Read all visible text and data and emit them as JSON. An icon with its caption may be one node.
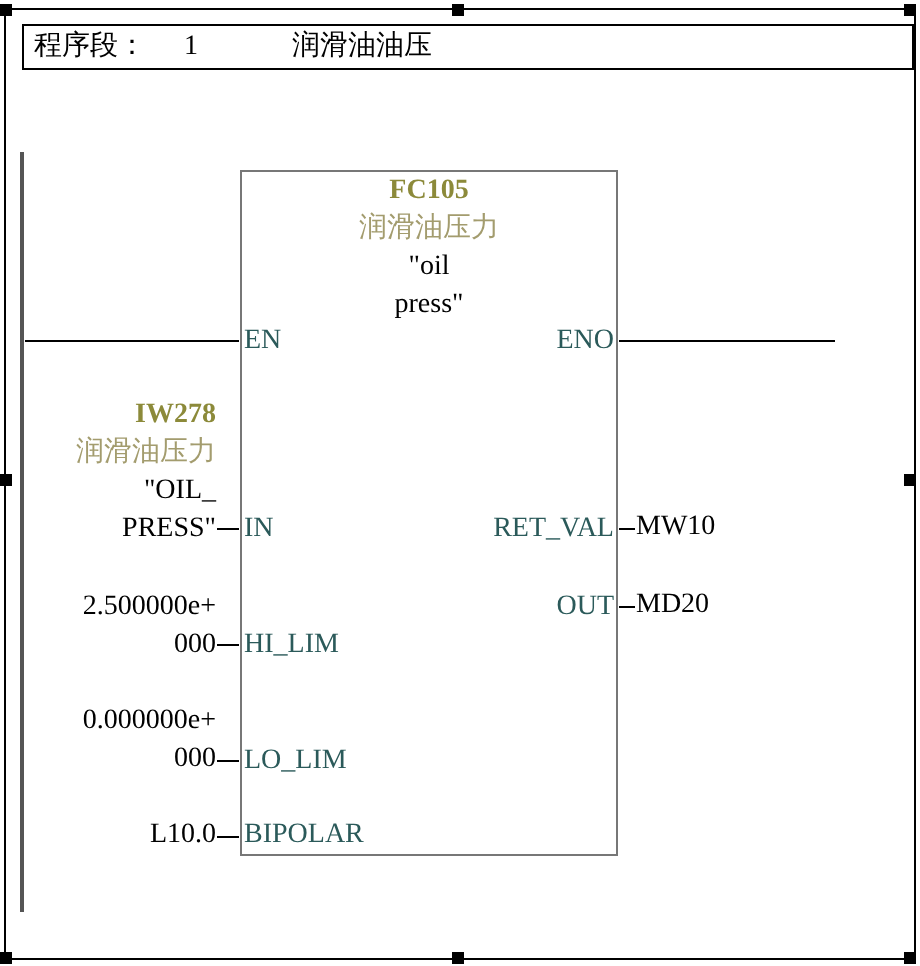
{
  "diagram": {
    "nodes": [
      {
        "text": [
          "程序段：",
          "1",
          "润滑油油压"
        ]
      },
      {
        "text": [],
        "shape": "bar"
      },
      {
        "text": [
          "FC105",
          "润滑油压力",
          "\"oil press\"",
          "EN",
          "ENO",
          "IN",
          "RET_VAL",
          "OUT",
          "HI_LIM",
          "LO_LIM",
          "BIPOLAR"
        ]
      },
      {
        "text": [
          "IW278",
          "润滑油压力",
          "\"OIL_ PRESS\""
        ]
      },
      {
        "text": [
          "2.500000e+ 000"
        ]
      },
      {
        "text": [
          "0.000000e+ 000"
        ]
      },
      {
        "text": [
          "L10.0"
        ]
      },
      {
        "text": [
          "MW10"
        ]
      },
      {
        "text": [
          "MD20"
        ]
      }
    ],
    "edges": [
      {
        "from": 1,
        "to": 2,
        "arrow": "none"
      },
      {
        "from": 2,
        "to": null,
        "arrow": "none"
      },
      {
        "from": 3,
        "to": 2,
        "arrow": "none"
      },
      {
        "from": 4,
        "to": 2,
        "arrow": "none"
      },
      {
        "from": 5,
        "to": 2,
        "arrow": "none"
      },
      {
        "from": 6,
        "to": 2,
        "arrow": "none"
      },
      {
        "from": 2,
        "to": 7,
        "arrow": "none"
      },
      {
        "from": 2,
        "to": 8,
        "arrow": "none"
      }
    ]
  }
}
